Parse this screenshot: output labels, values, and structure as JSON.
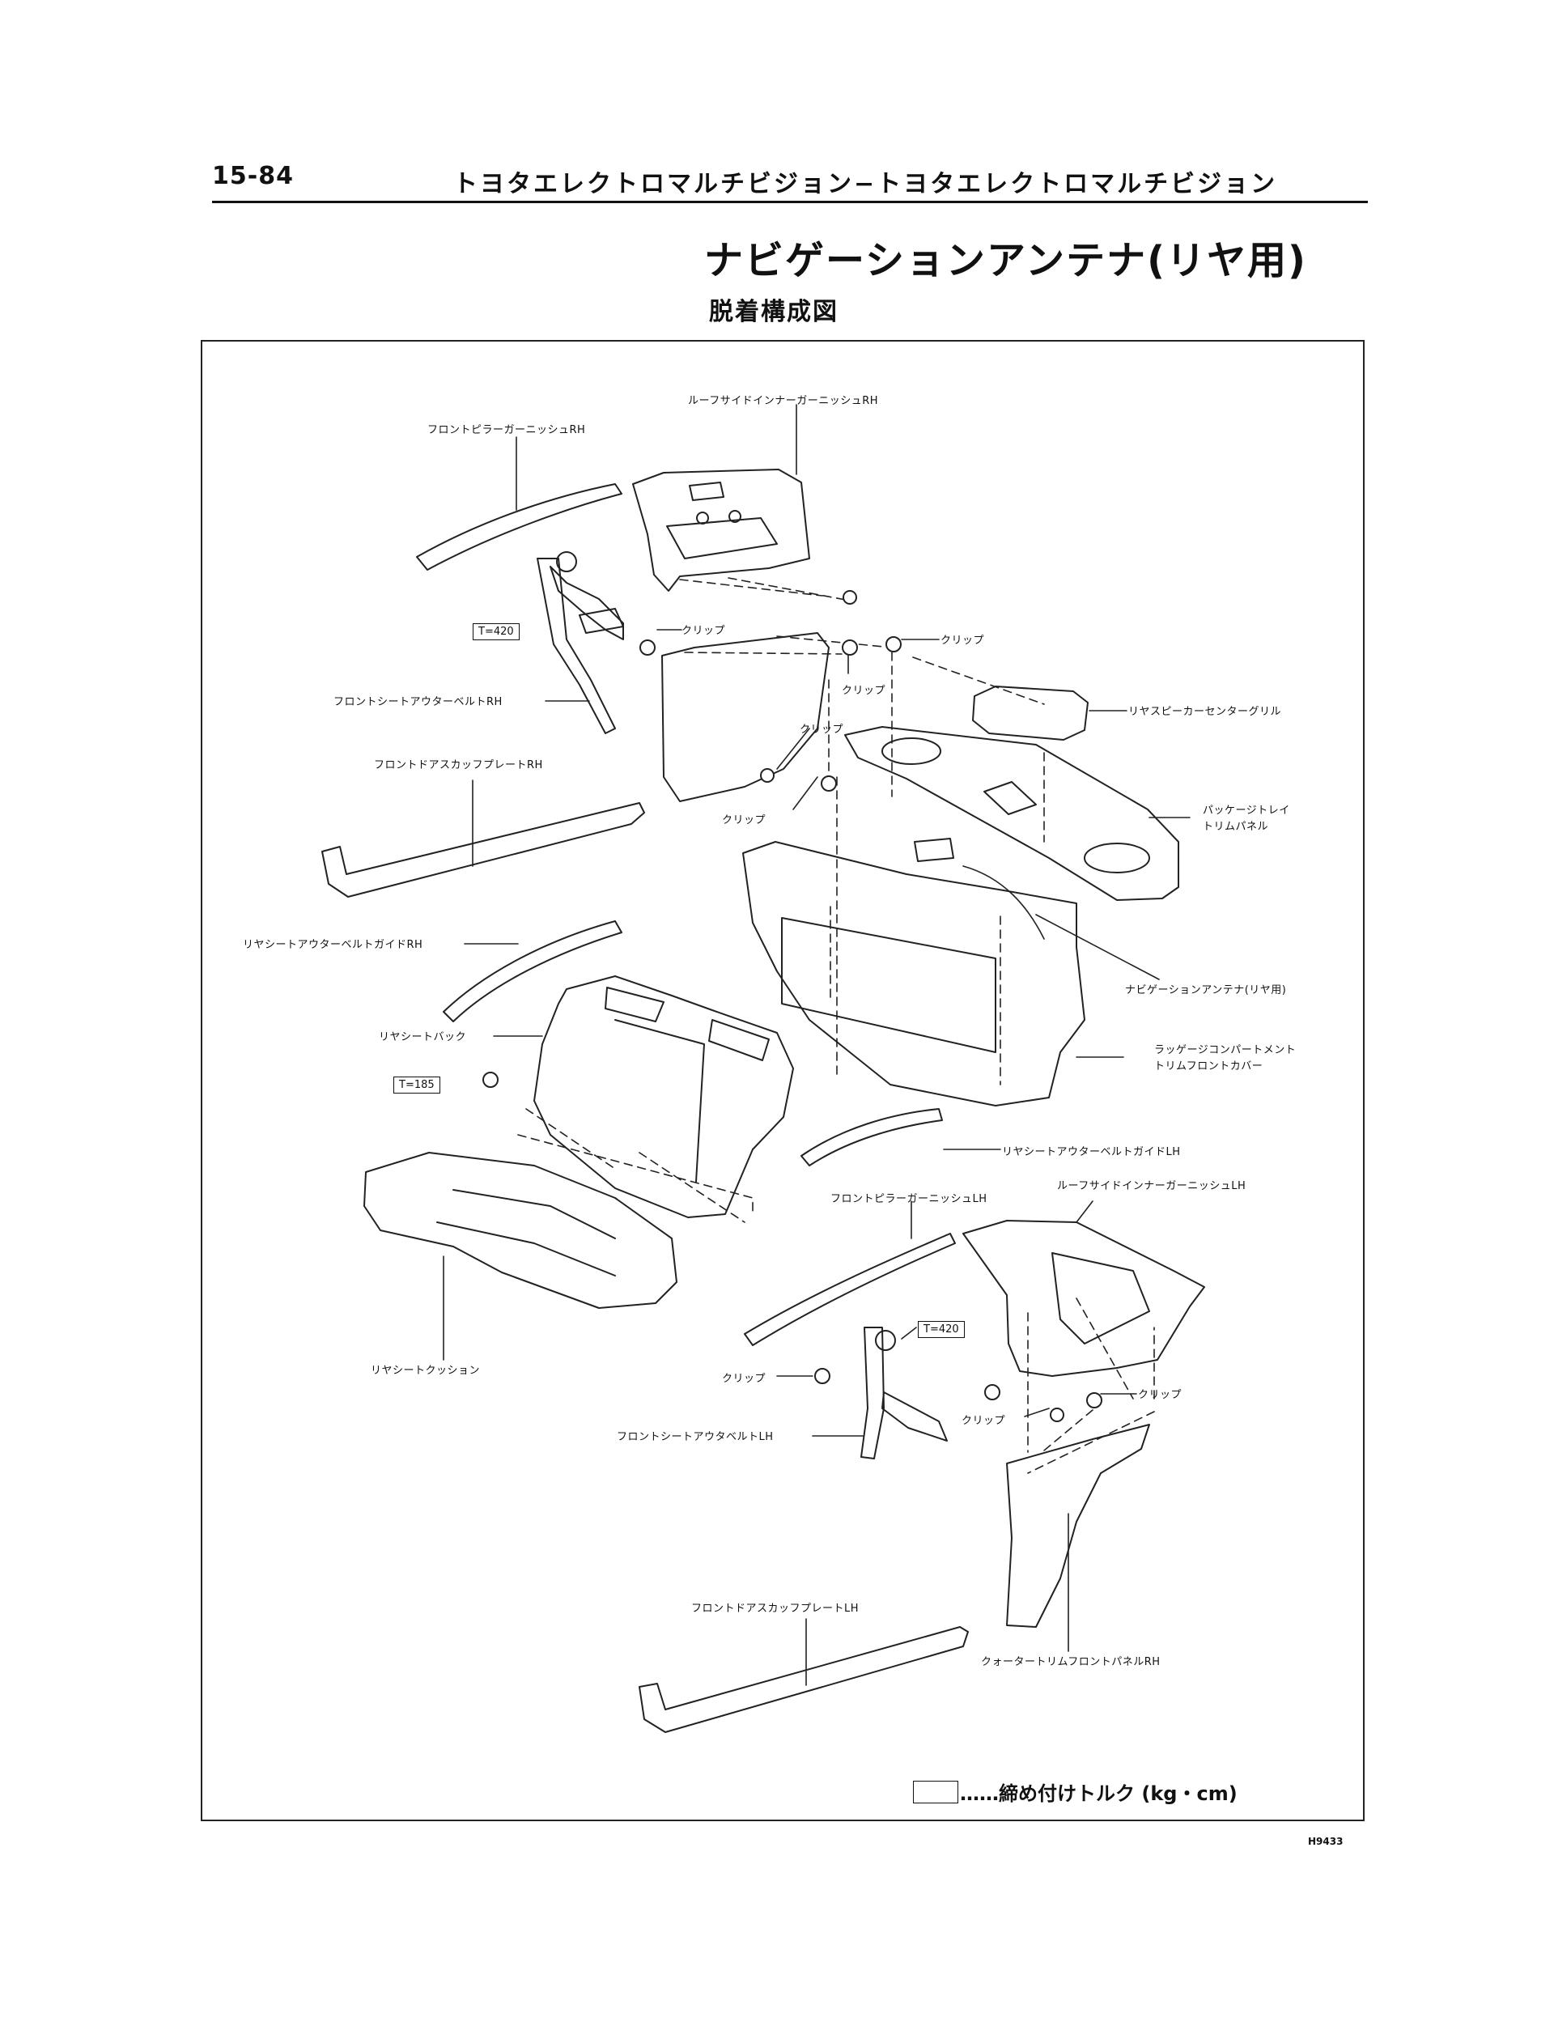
{
  "header": {
    "page_number": "15-84",
    "section_title": "トヨタエレクトロマルチビジョン−トヨタエレクトロマルチビジョン"
  },
  "title": "ナビゲーションアンテナ(リヤ用)",
  "subtitle": "脱着構成図",
  "labels": {
    "front_pillar_garnish_rh": "フロントピラーガーニッシュRH",
    "roof_side_inner_garnish_rh": "ルーフサイドインナーガーニッシュRH",
    "clip_1": "クリップ",
    "clip_2": "クリップ",
    "clip_3": "クリップ",
    "clip_4": "クリップ",
    "clip_5": "クリップ",
    "front_seat_outer_belt_rh": "フロントシートアウターベルトRH",
    "front_door_scuff_plate_rh": "フロントドアスカッフプレートRH",
    "rear_speaker_center_grille": "リヤスピーカーセンターグリル",
    "package_tray_trim_panel_l1": "パッケージトレイ",
    "package_tray_trim_panel_l2": "トリムパネル",
    "rear_seat_outer_belt_guide_rh": "リヤシートアウターベルトガイドRH",
    "nav_antenna_rear": "ナビゲーションアンテナ(リヤ用)",
    "rear_seat_back": "リヤシートバック",
    "luggage_trim_l1": "ラッゲージコンパートメント",
    "luggage_trim_l2": "トリムフロントカバー",
    "rear_seat_outer_belt_guide_lh": "リヤシートアウターベルトガイドLH",
    "front_pillar_garnish_lh": "フロントピラーガーニッシュLH",
    "roof_side_inner_garnish_lh": "ルーフサイドインナーガーニッシュLH",
    "rear_seat_cushion": "リヤシートクッション",
    "clip_6": "クリップ",
    "clip_7": "クリップ",
    "clip_8": "クリップ",
    "front_seat_outer_belt_lh": "フロントシートアウタベルトLH",
    "front_door_scuff_plate_lh": "フロントドアスカッフプレートLH",
    "quarter_trim_front_panel_rh": "クォータートリムフロントパネルRH"
  },
  "torques": {
    "front_belt_rh": "T=420",
    "rear_seat_back": "T=185",
    "front_belt_lh": "T=420"
  },
  "legend": {
    "text": "……締め付けトルク (kg・cm)"
  },
  "figure_code": "H9433"
}
